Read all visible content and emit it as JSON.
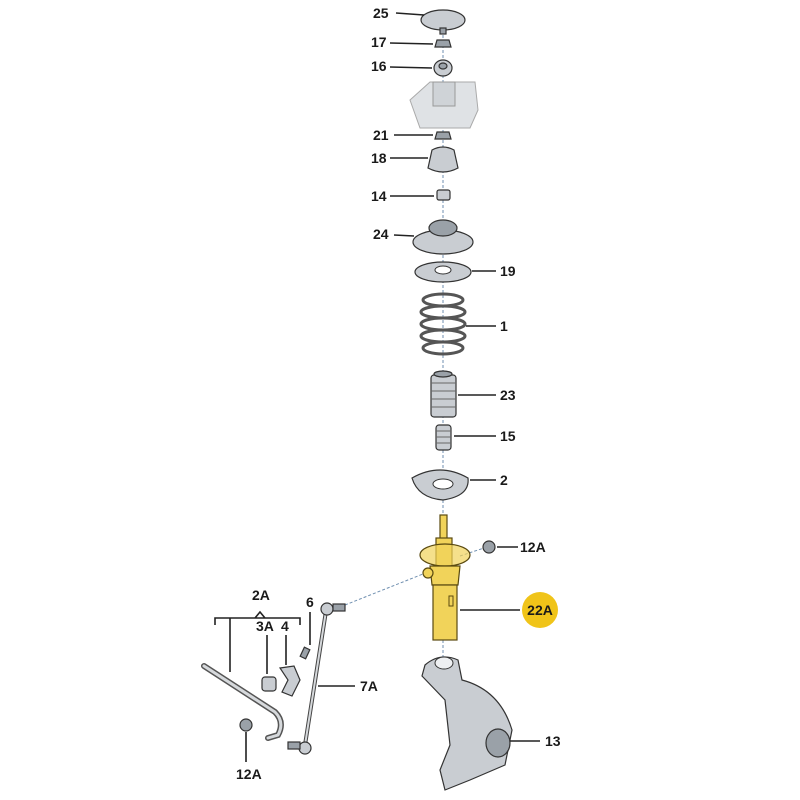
{
  "labels": {
    "p25": "25",
    "p17": "17",
    "p16": "16",
    "p21": "21",
    "p18": "18",
    "p14": "14",
    "p24": "24",
    "p19": "19",
    "p1": "1",
    "p23": "23",
    "p15": "15",
    "p2": "2",
    "p12A_top": "12A",
    "p22A": "22A",
    "p2A": "2A",
    "p3A": "3A",
    "p4": "4",
    "p6": "6",
    "p7A": "7A",
    "p12A_bottom": "12A",
    "p13": "13"
  },
  "colors": {
    "highlight": "#f0c419",
    "strut": "#f1d35a"
  }
}
